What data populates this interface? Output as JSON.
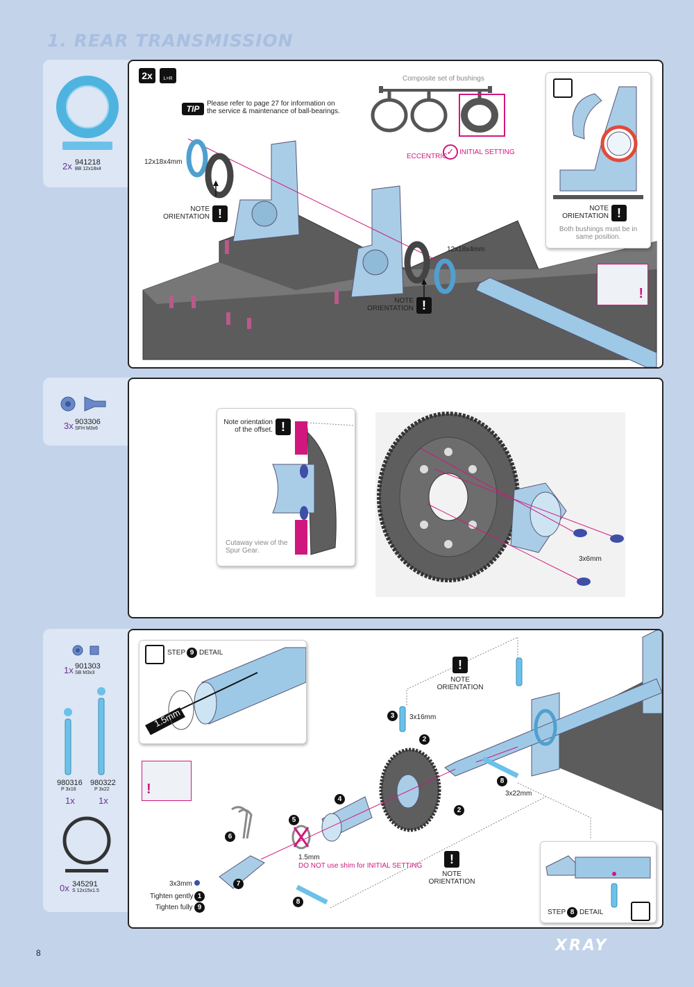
{
  "page": {
    "title": "1. REAR TRANSMISSION",
    "page_number": "8",
    "logo_text": "XRAY"
  },
  "step1": {
    "part": {
      "qty": "2x",
      "number": "941218",
      "desc": "BB 12x18x4"
    },
    "multiplier": "2x",
    "lr_text": "L=R",
    "tip_label": "TIP",
    "tip_text": "Please refer to page 27 for information on the service & maintenance of ball-bearings.",
    "bushings_label": "Composite set of bushings",
    "eccentric_label": "ECCENTRIC",
    "initial_setting_label": "INITIAL SETTING",
    "bearing_size_left": "12x18x4mm",
    "bearing_size_right": "12x18x4mm",
    "note_orientation_1": "NOTE ORIENTATION",
    "note_orientation_2": "NOTE ORIENTATION",
    "detail_note": "NOTE ORIENTATION",
    "detail_caption": "Both bushings must be in same position."
  },
  "step2": {
    "part": {
      "qty": "3x",
      "number": "903306",
      "desc": "SFH M3x6"
    },
    "offset_note": "Note orientation of the offset.",
    "cutaway_caption": "Cutaway view of the Spur Gear.",
    "screw_size": "3x6mm"
  },
  "step3": {
    "parts": [
      {
        "qty": "1x",
        "number": "901303",
        "desc": "SB M3x3"
      },
      {
        "qty": "1x",
        "number": "980316",
        "desc": "P 3x16"
      },
      {
        "qty": "1x",
        "number": "980322",
        "desc": "P 3x22"
      },
      {
        "qty": "0x",
        "number": "345291",
        "desc": "S 12x15x1.5"
      }
    ],
    "detail9_title": "STEP",
    "detail9_num": "9",
    "detail9_suffix": "DETAIL",
    "hex_key": "1.5mm",
    "pin_3x16": "3x16mm",
    "pin_3x22": "3x22mm",
    "shim_size": "1.5mm",
    "shim_warning": "DO NOT use shim for INITIAL SETTING",
    "setscrew_size": "3x3mm",
    "tighten_gently": "Tighten gently",
    "tighten_fully": "Tighten fully",
    "note_top": "NOTE ORIENTATION",
    "note_bottom": "NOTE ORIENTATION",
    "detail8_title": "STEP",
    "detail8_num": "8",
    "detail8_suffix": "DETAIL",
    "step_numbers": [
      "1",
      "2",
      "2",
      "3",
      "4",
      "5",
      "6",
      "7",
      "8",
      "8",
      "9"
    ]
  },
  "colors": {
    "part_blue": "#9ec9e6",
    "accent_magenta": "#d0177d",
    "qty_purple": "#6a2f94",
    "background": "#c3d3ea"
  }
}
